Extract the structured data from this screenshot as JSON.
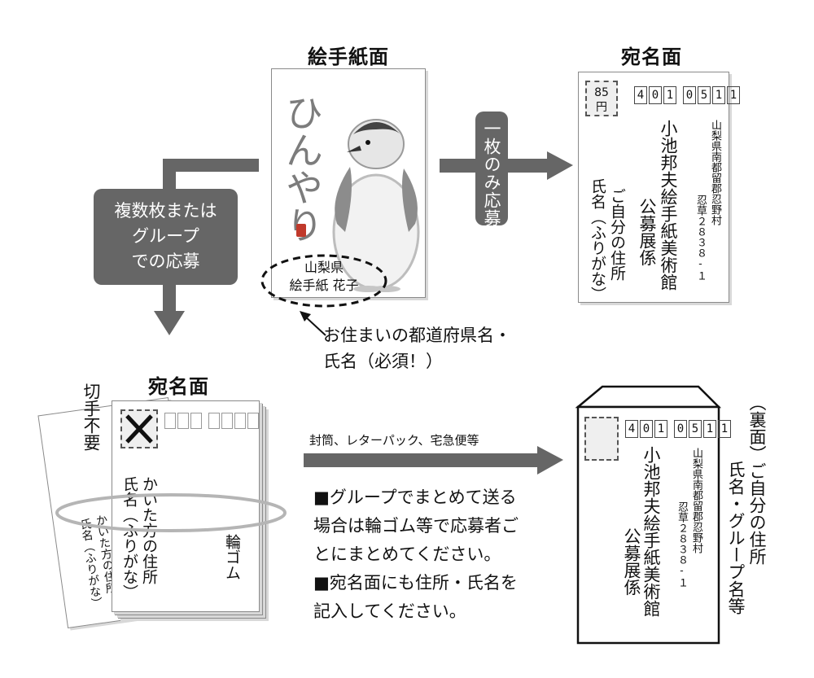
{
  "headings": {
    "etegami_side": "絵手紙面",
    "address_side_top": "宛名面",
    "address_side_bottom": "宛名面"
  },
  "labels": {
    "single_entry": "一枚のみ応募",
    "multi_entry": [
      "複数枚または",
      "グループ",
      "での応募"
    ],
    "mail_method": "封筒、レターパック、宅急便等"
  },
  "postcard_front": {
    "artwork_text": "ひんやり",
    "sender_oval": [
      "山梨県",
      "絵手紙 花子"
    ],
    "callout": [
      "お住まいの都道府県名・",
      "氏名（必須！）"
    ]
  },
  "address_card": {
    "stamp_value": [
      "85",
      "円"
    ],
    "zip": [
      "4",
      "0",
      "1",
      "0",
      "5",
      "1",
      "1"
    ],
    "address_line1": "山梨県南都留郡忍野村",
    "address_line2": "忍草２８３８-１",
    "recipient_col1": "小池邦夫絵手紙美術館",
    "recipient_col2": "公募展係",
    "sender_col1": "ご自分の住所",
    "sender_col2": "氏名（ふりがな）"
  },
  "bundle": {
    "no_stamp_note": "切手不要",
    "writer_col1": "かいた方の住所",
    "writer_col2": "氏名（ふりがな）",
    "back_col1": "かいた方の住所",
    "back_col2": "氏名（ふりがな）",
    "rubber_band": "輪ゴム"
  },
  "instructions": [
    "■グループでまとめて送る",
    "場合は輪ゴム等で応募者ご",
    "とにまとめてください。",
    "■宛名面にも住所・氏名を",
    "記入してください。"
  ],
  "envelope": {
    "zip": [
      "4",
      "0",
      "1",
      "0",
      "5",
      "1",
      "1"
    ],
    "address_line1": "山梨県南都留郡忍野村",
    "address_line2": "忍草２８３８-１",
    "recipient_col1": "小池邦夫絵手紙美術館",
    "recipient_col2": "公募展係",
    "back_note_col1": "（裏面）ご自分の住所",
    "back_note_col2": "氏名・グループ名等"
  },
  "colors": {
    "arrow": "#666666",
    "box": "#666666",
    "seal": "#c0392b"
  },
  "icons": [
    "arrow-right",
    "arrow-down",
    "cross-mark",
    "penguin-illustration",
    "rubber-band",
    "pointer-arrow"
  ]
}
